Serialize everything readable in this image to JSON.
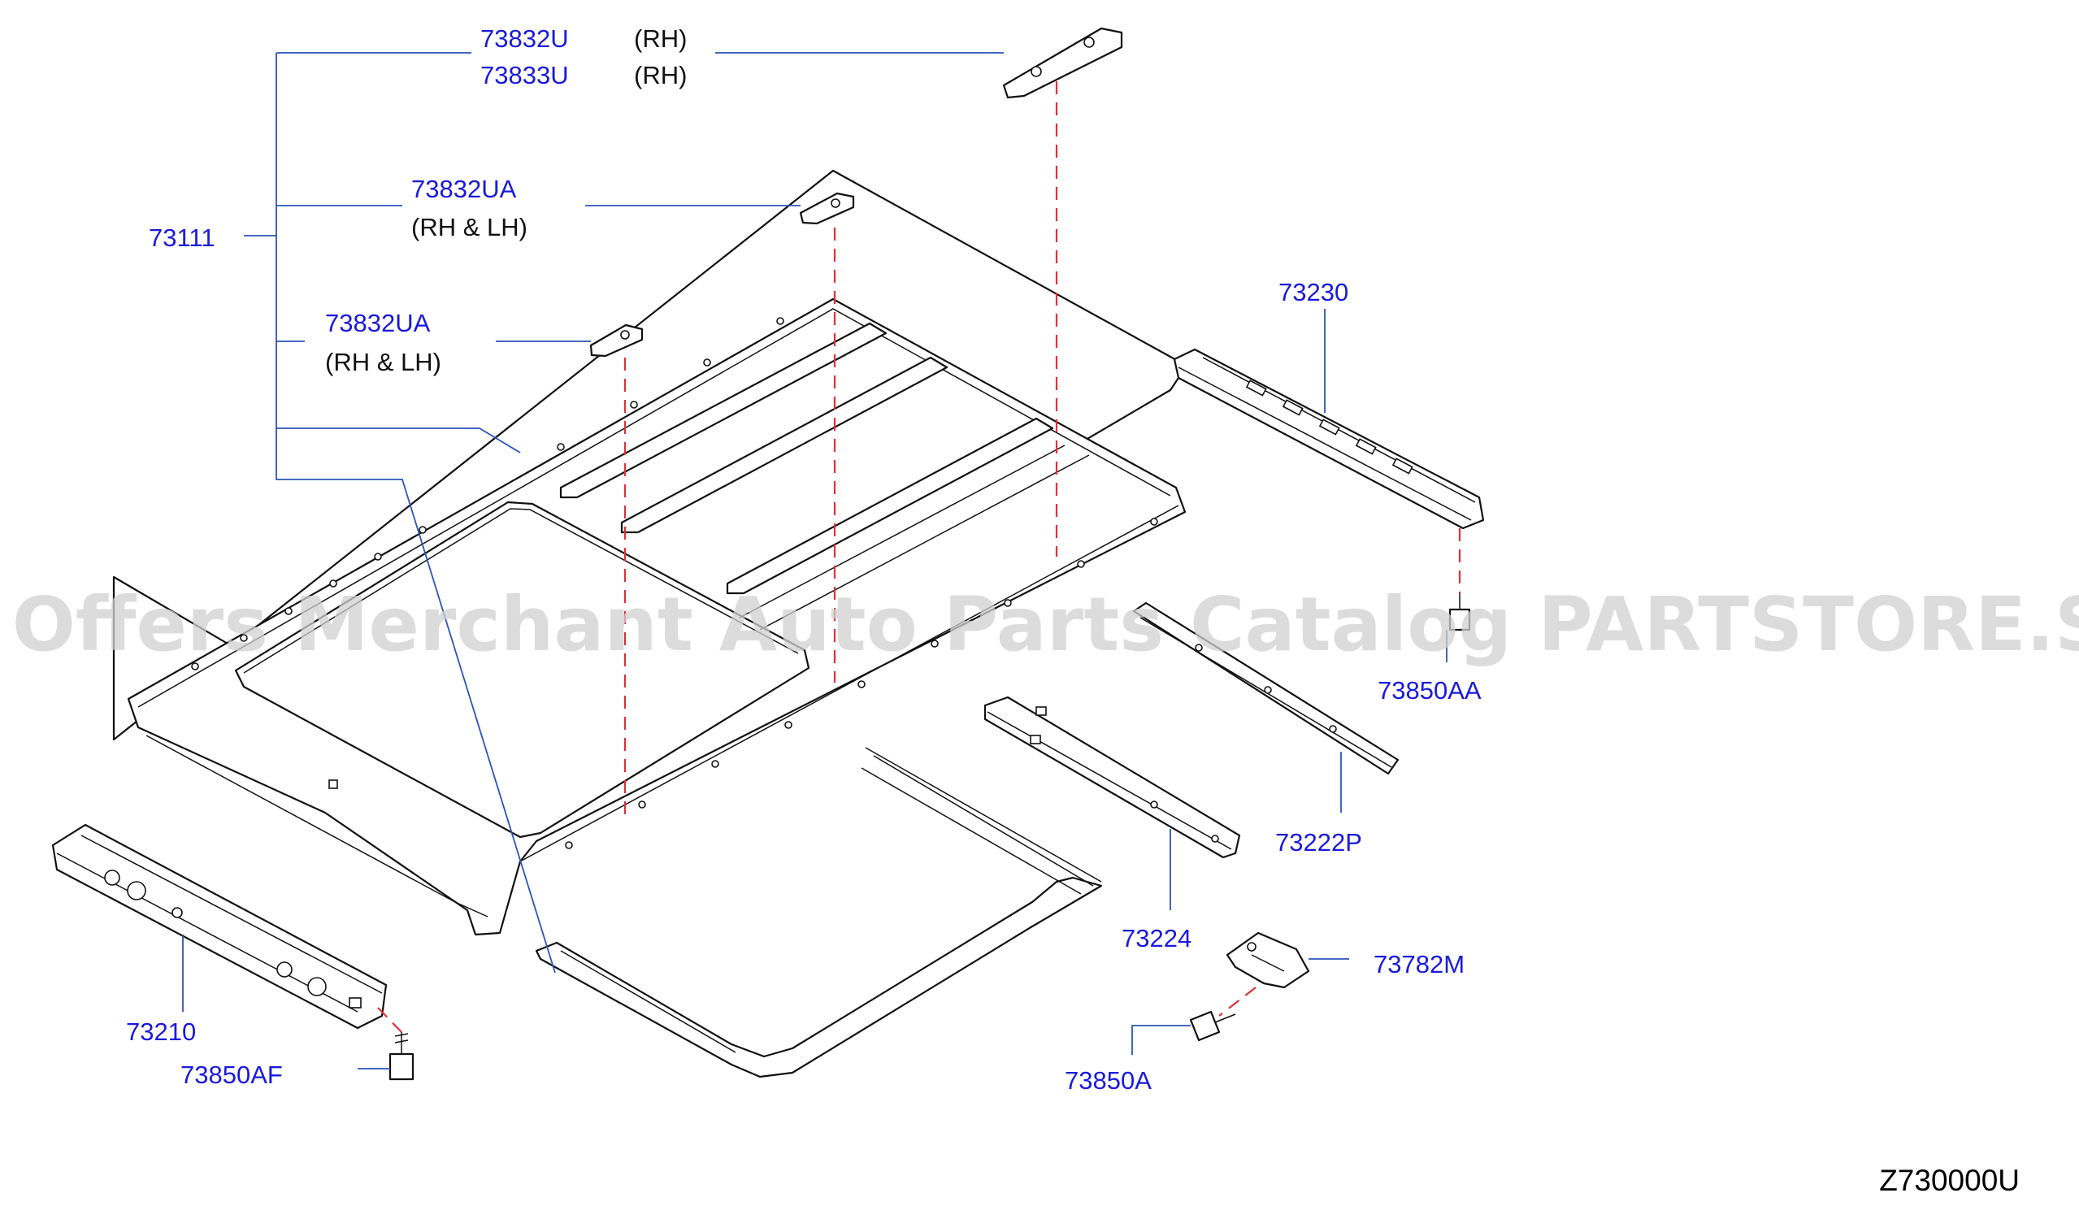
{
  "callouts": {
    "p73832u": "73832U",
    "p73833u": "73833U",
    "rh1": "(RH)",
    "rh2": "(RH)",
    "p73832ua_a": "73832UA",
    "rhlh_a": "(RH  &  LH)",
    "p73832ua_b": "73832UA",
    "rhlh_b": "(RH  &  LH)",
    "p73111": "73111",
    "p73230": "73230",
    "p73850aa": "73850AA",
    "p73222p": "73222P",
    "p73224": "73224",
    "p73782m": "73782M",
    "p73850a": "73850A",
    "p73210": "73210",
    "p73850af": "73850AF"
  },
  "watermark": "Offers Merchant Auto Parts Catalog PARTSTORE.SA",
  "diagram_id": "Z730000U",
  "colors": {
    "callout_text": "#1a1adb",
    "leader_line": "#2a55b8",
    "dashed_guide": "#e0303a",
    "outline": "#111111",
    "watermark": "#d0d0d0"
  }
}
